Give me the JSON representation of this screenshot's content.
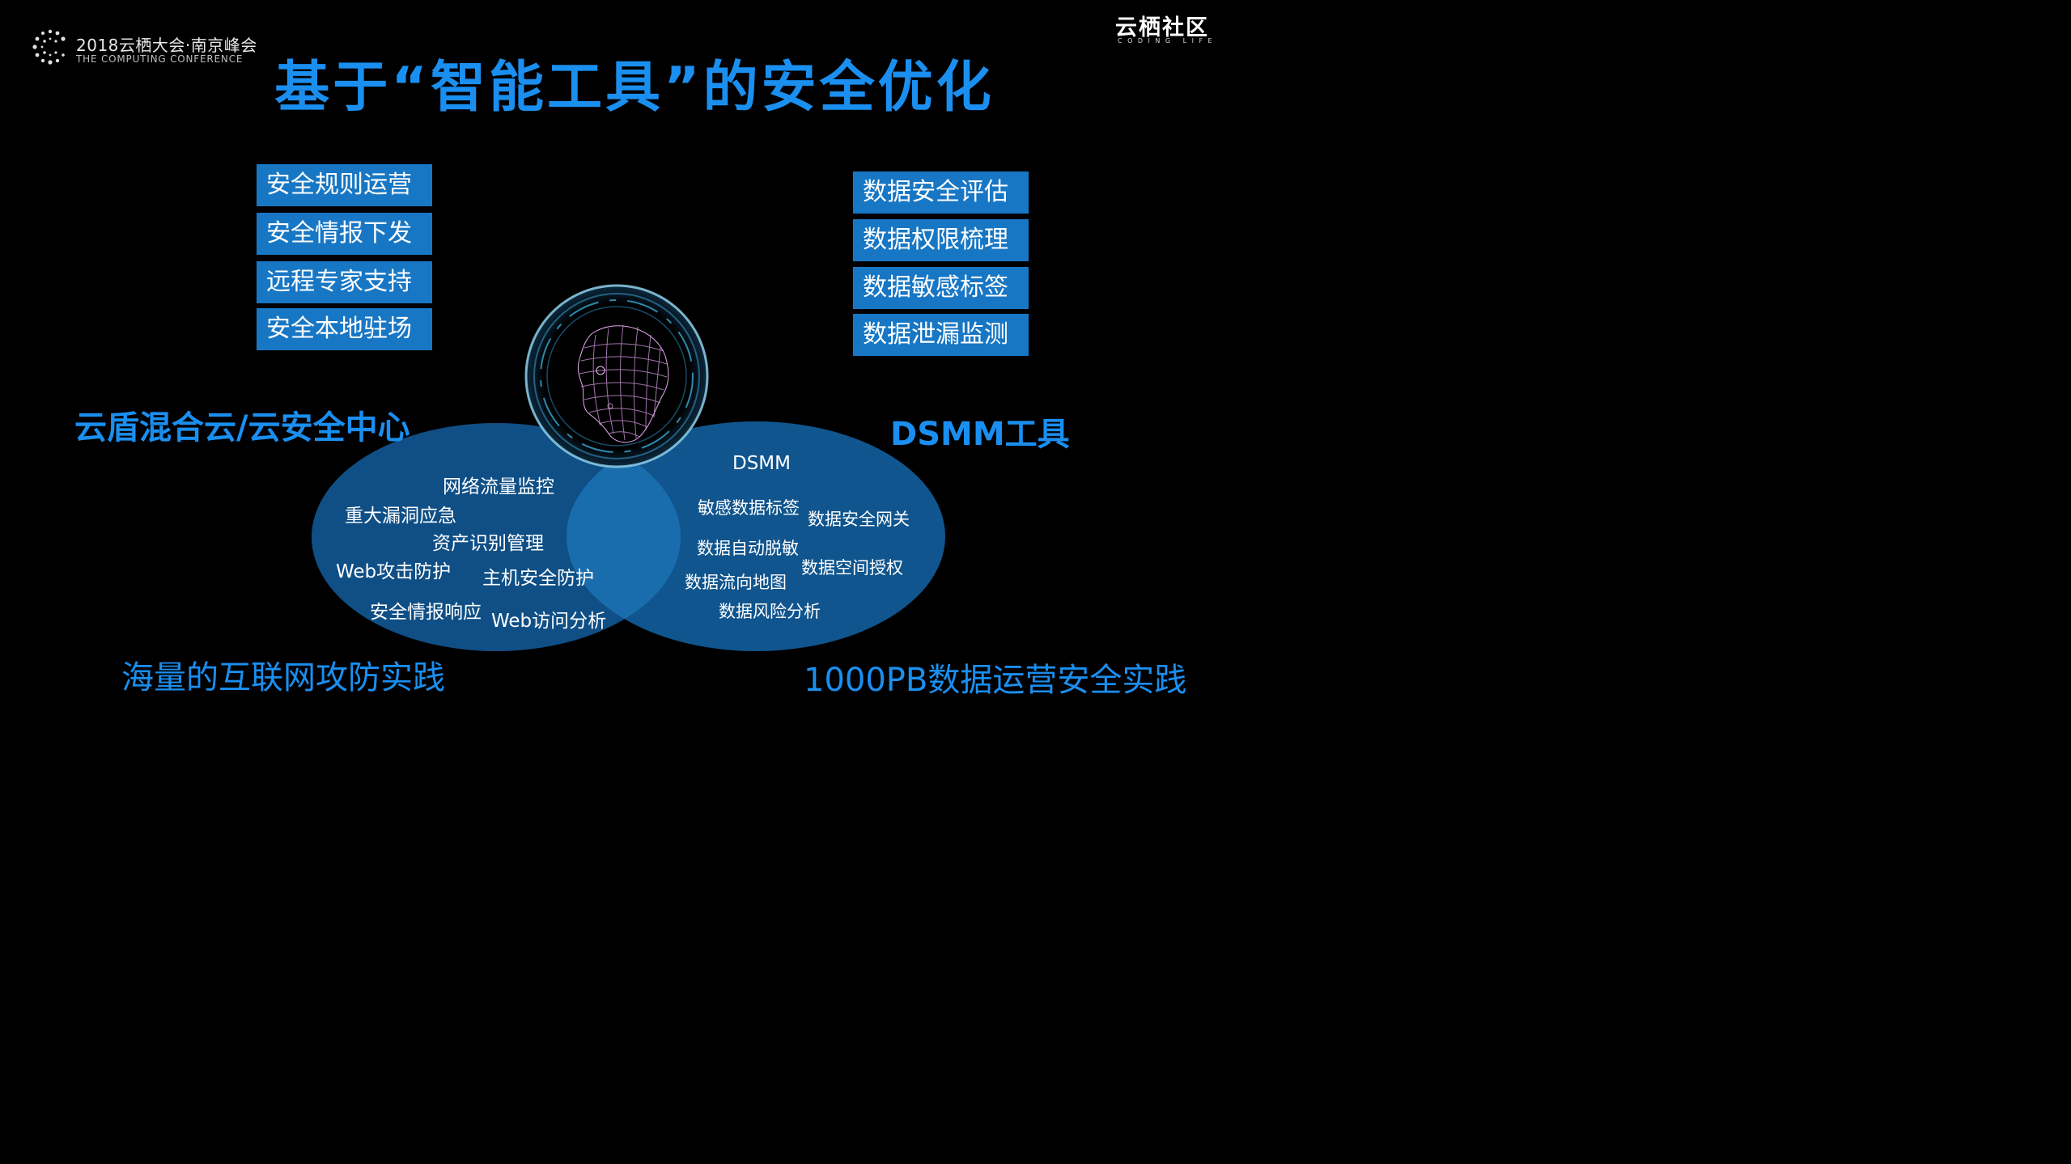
{
  "header": {
    "conference_name": "2018云栖大会·南京峰会",
    "conference_sub": "THE COMPUTING CONFERENCE",
    "brand": "云栖社区",
    "brand_sub": "CODING LIFE"
  },
  "title": "基于“智能工具”的安全优化",
  "left_tags": [
    "安全规则运营",
    "安全情报下发",
    "远程专家支持",
    "安全本地驻场"
  ],
  "right_tags": [
    "数据安全评估",
    "数据权限梳理",
    "数据敏感标签",
    "数据泄漏监测"
  ],
  "left_group_label": "云盾混合云/云安全中心",
  "right_group_label": "DSMM工具",
  "left_items": [
    "网络流量监控",
    "重大漏洞应急",
    "资产识别管理",
    "Web攻击防护",
    "主机安全防护",
    "安全情报响应",
    "Web访问分析"
  ],
  "right_items": [
    "DSMM",
    "敏感数据标签",
    "数据安全网关",
    "数据自动脱敏",
    "数据空间授权",
    "数据流向地图",
    "数据风险分析"
  ],
  "bottom_left": "海量的互联网攻防实践",
  "bottom_right": "1000PB数据运营安全实践",
  "icons": {
    "conference_logo": "dotted-circle-logo-icon",
    "center": "wireframe-face-icon"
  },
  "colors": {
    "background": "#000000",
    "accent_blue": "#1a8ff0",
    "tag_blue": "#1877c4",
    "venn_left": "#0f4f86",
    "venn_right": "#10558e",
    "venn_overlap": "#1a6dad"
  }
}
